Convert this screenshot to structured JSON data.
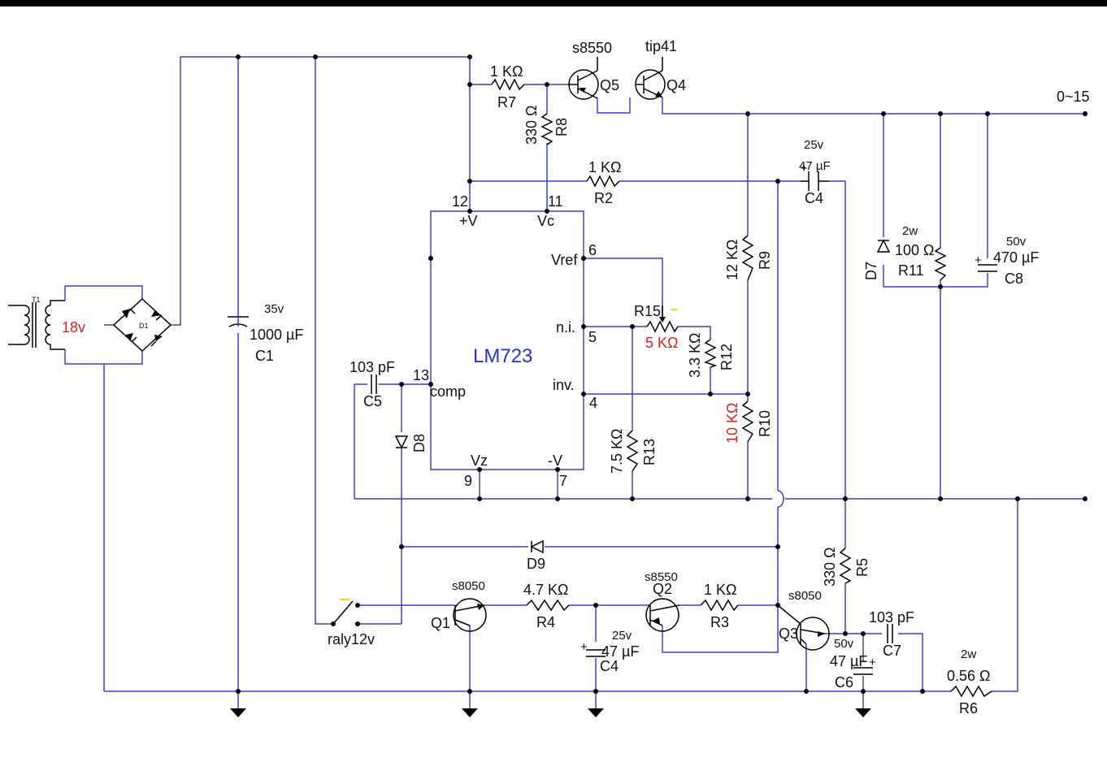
{
  "colors": {
    "wire": "#3a3fd0",
    "component": "#000000",
    "highlight": "#e02020",
    "chip_title": "#2633c8",
    "relay_mark": "#e8e000"
  },
  "transformer": {
    "name": "T1",
    "voltage": "18v"
  },
  "bridge": {
    "name": "D1"
  },
  "c1": {
    "rating": "35v",
    "value": "1000 µF",
    "name": "C1"
  },
  "q5": {
    "type": "s8550",
    "name": "Q5"
  },
  "q4": {
    "type": "tip41",
    "name": "Q4"
  },
  "r7": {
    "value": "1 KΩ",
    "name": "R7"
  },
  "r8": {
    "value": "330 Ω",
    "name": "R8"
  },
  "r2": {
    "value": "1 KΩ",
    "name": "R2"
  },
  "c4_top": {
    "rating": "25v",
    "value": "47 µF",
    "name": "C4"
  },
  "output": {
    "label": "0~15"
  },
  "d7": {
    "name": "D7"
  },
  "r11": {
    "power": "2w",
    "value": "100 Ω",
    "name": "R11"
  },
  "c8": {
    "rating": "50v",
    "value": "470 µF",
    "name": "C8"
  },
  "r9": {
    "value": "12 KΩ",
    "name": "R9"
  },
  "ic": {
    "title": "LM723",
    "pins": {
      "p12": "12",
      "p11": "11",
      "p6": "6",
      "p5": "5",
      "p4": "4",
      "p13": "13",
      "p9": "9",
      "p7": "7"
    },
    "names": {
      "vplus": "+V",
      "vc": "Vc",
      "vref": "Vref",
      "ni": "n.i.",
      "inv": "inv.",
      "comp": "comp",
      "vz": "Vz",
      "vminus": "-V"
    }
  },
  "r15": {
    "name": "R15",
    "value": "5 KΩ"
  },
  "r12": {
    "value": "3.3 KΩ",
    "name": "R12"
  },
  "r10": {
    "value": "10 KΩ",
    "name": "R10"
  },
  "r13": {
    "value": "7.5 KΩ",
    "name": "R13"
  },
  "c5": {
    "value": "103 pF",
    "name": "C5"
  },
  "d8": {
    "name": "D8"
  },
  "d9": {
    "name": "D9"
  },
  "r5": {
    "value": "330 Ω",
    "name": "R5"
  },
  "relay": {
    "name": "raly12v"
  },
  "q1": {
    "type": "s8050",
    "name": "Q1"
  },
  "r4": {
    "value": "4.7 KΩ",
    "name": "R4"
  },
  "c4_bottom": {
    "rating": "25v",
    "value": "47 µF",
    "name": "C4"
  },
  "q2": {
    "type": "s8550",
    "name": "Q2"
  },
  "r3": {
    "value": "1 KΩ",
    "name": "R3"
  },
  "q3": {
    "type": "s8050",
    "name": "Q3"
  },
  "c6": {
    "rating": "50v",
    "value": "47 µF",
    "name": "C6"
  },
  "c7": {
    "value": "103 pF",
    "name": "C7"
  },
  "r6": {
    "power": "2w",
    "value": "0.56 Ω",
    "name": "R6"
  }
}
